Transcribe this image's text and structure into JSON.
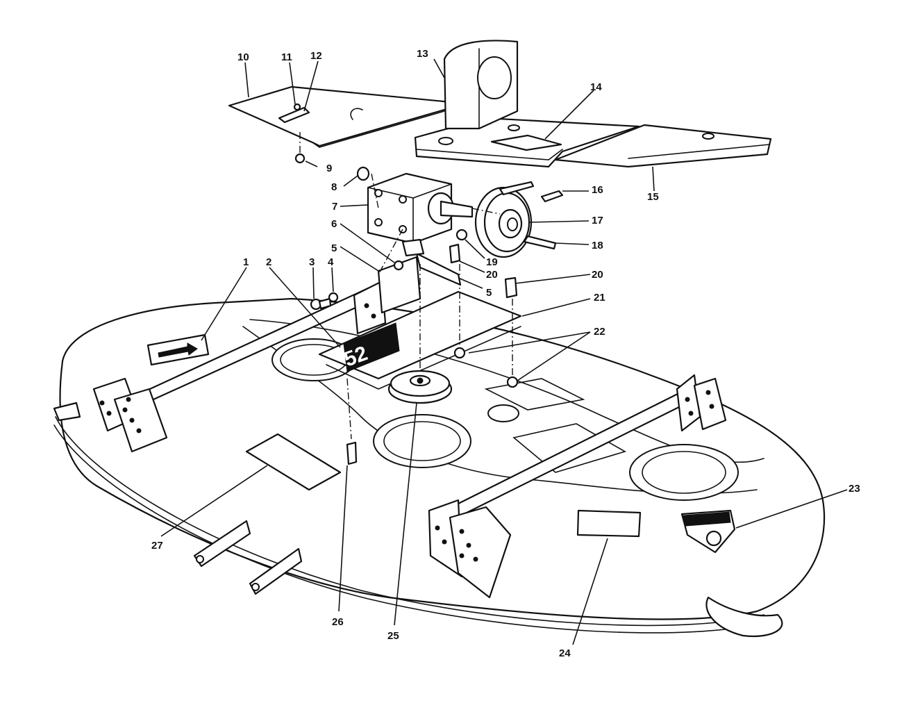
{
  "callouts": [
    "1",
    "2",
    "3",
    "4",
    "5",
    "5",
    "6",
    "7",
    "8",
    "9",
    "10",
    "11",
    "12",
    "13",
    "14",
    "15",
    "16",
    "17",
    "18",
    "19",
    "20",
    "20",
    "21",
    "22",
    "23",
    "24",
    "25",
    "26",
    "27"
  ],
  "deck_decal": "52",
  "colors": {
    "ink": "#111111",
    "paper": "#ffffff"
  }
}
